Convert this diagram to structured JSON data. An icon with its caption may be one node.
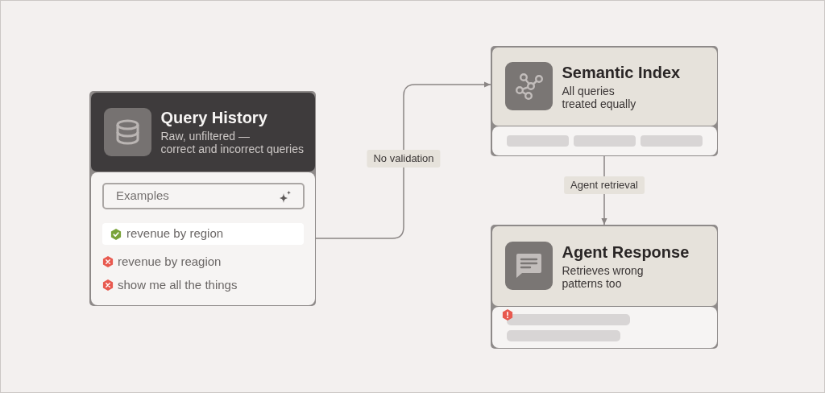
{
  "diagram": {
    "nodes": [
      {
        "text": [
          "Query History",
          "Raw, unfiltered — correct and incorrect queries"
        ]
      },
      {
        "text": [
          "Examples"
        ],
        "in": 0
      },
      {
        "text": [
          "revenue by region"
        ],
        "in": 0
      },
      {
        "text": [
          "Semantic Index",
          "All queries treated equally"
        ]
      },
      {
        "text": [
          "Agent Response",
          "Retrieves wrong patterns too"
        ]
      }
    ],
    "edges": [
      {
        "from": 0,
        "to": 3,
        "arrow": "to",
        "label": "No validation"
      },
      {
        "from": 3,
        "to": 4,
        "arrow": "to",
        "label": "Agent retrieval"
      }
    ],
    "labels": [
      "revenue by reagion",
      "show me all the things"
    ]
  }
}
